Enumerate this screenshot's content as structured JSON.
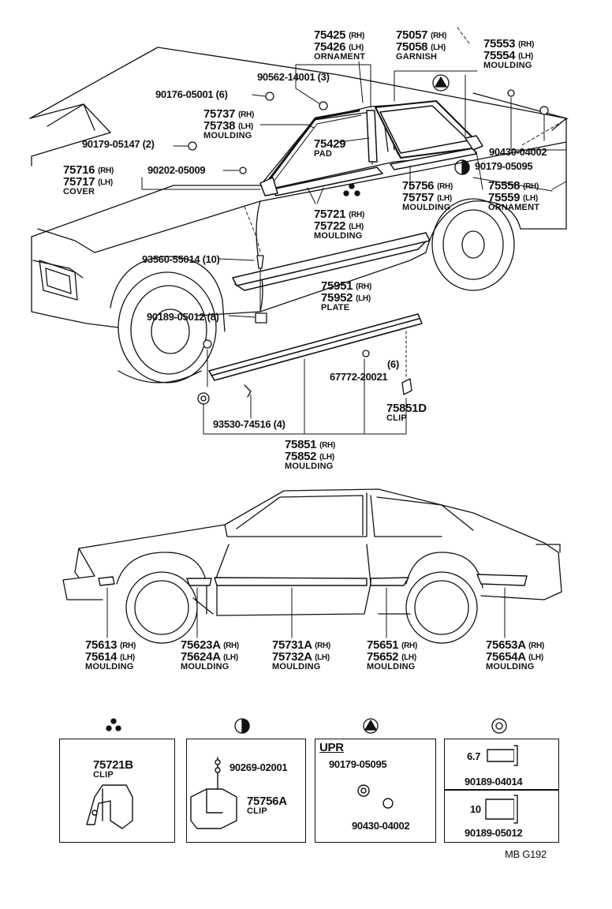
{
  "labels": {
    "p75425": "75425",
    "p75426": "75426",
    "p_ornament_top": "ORNAMENT",
    "p75057": "75057",
    "p75058": "75058",
    "p_garnish": "GARNISH",
    "p75553": "75553",
    "p75554": "75554",
    "p_moulding_tr": "MOULDING",
    "p90562": "90562-14001",
    "p90562_qty": "(3)",
    "p90176": "90176-05001",
    "p90176_qty": "(6)",
    "p75737": "75737",
    "p75738": "75738",
    "p_moulding_a": "MOULDING",
    "p90179a": "90179-05147",
    "p90179a_qty": "(2)",
    "p75716": "75716",
    "p75717": "75717",
    "p_cover": "COVER",
    "p90202": "90202-05009",
    "p75429": "75429",
    "p_pad": "PAD",
    "p90430": "90430-04002",
    "p90179b": "90179-05095",
    "p75756": "75756",
    "p75757": "75757",
    "p_moulding_b": "MOULDING",
    "p75558": "75558",
    "p75559": "75559",
    "p_ornament_b": "ORNAMENT",
    "p75721": "75721",
    "p75722": "75722",
    "p_moulding_c": "MOULDING",
    "p93560": "93560-55014",
    "p93560_qty": "(10)",
    "p75951": "75951",
    "p75952": "75952",
    "p_plate": "PLATE",
    "p90189": "90189-05012",
    "p90189_qty": "(8)",
    "p67772_qty": "(6)",
    "p67772": "67772-20021",
    "p75851D": "75851D",
    "p_clip_d": "CLIP",
    "p93530": "93530-74516",
    "p93530_qty": "(4)",
    "p75851": "75851",
    "p75852": "75852",
    "p_moulding_d": "MOULDING",
    "rh": "(RH)",
    "lh": "(LH)"
  },
  "bottom_labels": [
    {
      "rh": "75613",
      "lh": "75614",
      "desc": "MOULDING"
    },
    {
      "rh": "75623A",
      "lh": "75624A",
      "desc": "MOULDING"
    },
    {
      "rh": "75731A",
      "lh": "75732A",
      "desc": "MOULDING"
    },
    {
      "rh": "75651",
      "lh": "75652",
      "desc": "MOULDING"
    },
    {
      "rh": "75653A",
      "lh": "75654A",
      "desc": "MOULDING"
    }
  ],
  "insets": {
    "clip1_pn": "75721B",
    "clip1_desc": "CLIP",
    "clip2_screw": "90269-02001",
    "clip2_pn": "75756A",
    "clip2_desc": "CLIP",
    "upr": "UPR",
    "upr_a": "90179-05095",
    "upr_b": "90430-04002",
    "dim1": "6.7",
    "dim1_pn": "90189-04014",
    "dim2": "10",
    "dim2_pn": "90189-05012"
  },
  "footer": "MB  G192"
}
